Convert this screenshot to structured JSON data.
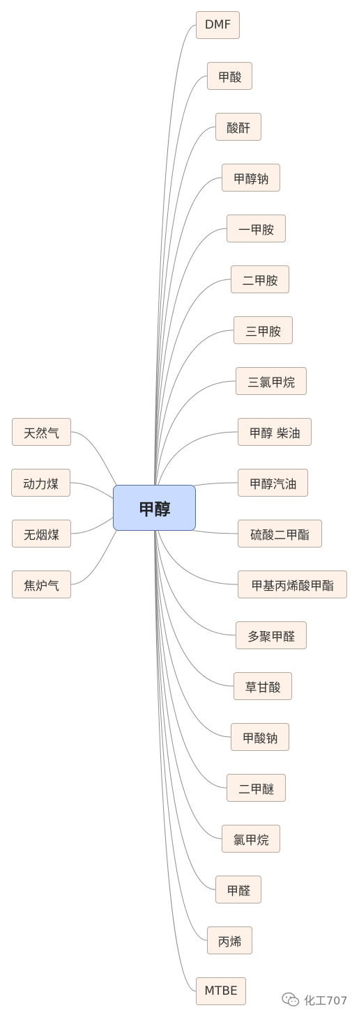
{
  "center": {
    "label": "甲醇"
  },
  "sources": [
    {
      "label": "天然气"
    },
    {
      "label": "动力煤"
    },
    {
      "label": "无烟煤"
    },
    {
      "label": "焦炉气"
    }
  ],
  "products": [
    {
      "label": "DMF"
    },
    {
      "label": "甲酸"
    },
    {
      "label": "酸酐"
    },
    {
      "label": "甲醇钠"
    },
    {
      "label": "一甲胺"
    },
    {
      "label": "二甲胺"
    },
    {
      "label": "三甲胺"
    },
    {
      "label": "三氯甲烷"
    },
    {
      "label": "甲醇 柴油"
    },
    {
      "label": "甲醇汽油"
    },
    {
      "label": "硫酸二甲酯"
    },
    {
      "label": "甲基丙烯酸甲酯"
    },
    {
      "label": "多聚甲醛"
    },
    {
      "label": "草甘酸"
    },
    {
      "label": "甲酸钠"
    },
    {
      "label": "二甲醚"
    },
    {
      "label": "氯甲烷"
    },
    {
      "label": "甲醛"
    },
    {
      "label": "丙烯"
    },
    {
      "label": "MTBE"
    }
  ],
  "watermark": {
    "text": "化工707",
    "icon": "wechat-icon"
  }
}
